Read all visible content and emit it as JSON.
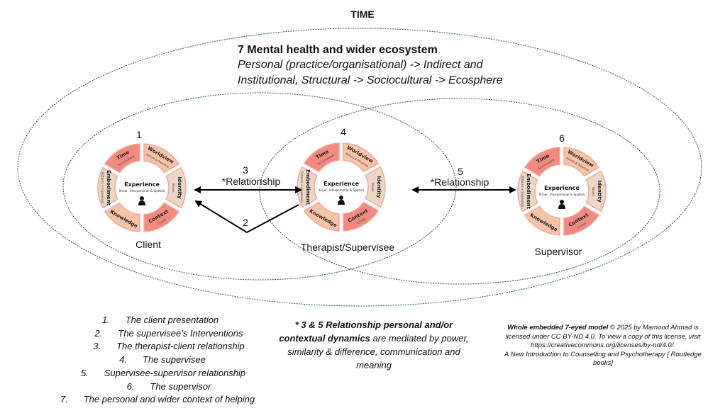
{
  "header": {
    "time_label": "TIME"
  },
  "ecosystem": {
    "title": "7 Mental health and wider ecosystem",
    "subtitle_lines": [
      "Personal (practice/organisational) -> Indirect and",
      "Institutional, Structural -> Sociocultural -> Ecosphere"
    ]
  },
  "wheel": {
    "center_title": "Experience",
    "center_subtitle": "(Inner, Interpersonal & Spatial)",
    "person_icon": "person-icon",
    "segments": [
      {
        "label": "Time",
        "sub": "Accumulated",
        "color": "#f28a80"
      },
      {
        "label": "Worldview",
        "sub": "Beliefs & Meaning",
        "color": "#f9c3a6"
      },
      {
        "label": "Identity",
        "sub": "Values",
        "color": "#ebd7c3"
      },
      {
        "label": "Context",
        "sub": "(Lived)",
        "color": "#f28a80"
      },
      {
        "label": "Knowledge",
        "sub": "",
        "color": "#f9c3a6"
      },
      {
        "label": "Embodiment",
        "sub": "Patterns + Expression",
        "color": "#ebd7c3"
      }
    ]
  },
  "nodes": [
    {
      "number": "1",
      "label": "Client"
    },
    {
      "number": "4",
      "label": "Therapist/Supervisee"
    },
    {
      "number": "6",
      "label": "Supervisor"
    }
  ],
  "relationships": [
    {
      "number": "3",
      "label": "*Relationship"
    },
    {
      "number": "2",
      "label": ""
    },
    {
      "number": "5",
      "label": "*Relationship"
    }
  ],
  "legend_list": [
    {
      "n": "1.",
      "text": "The client presentation"
    },
    {
      "n": "2.",
      "text": "The supervisee’s Interventions"
    },
    {
      "n": "3.",
      "text": "The therapist-client relationship"
    },
    {
      "n": "4.",
      "text": "The supervisee"
    },
    {
      "n": "5.",
      "text": "Supervisee-supervisor relationship"
    },
    {
      "n": "6.",
      "text": "The supervisor"
    },
    {
      "n": "7.",
      "text": "The personal and wider context of helping"
    }
  ],
  "note": {
    "bold": "* 3 & 5 Relationship personal and/or contextual dynamics",
    "rest": " are mediated by power, similarity & difference, communication and meaning"
  },
  "credit": {
    "bold": "Whole embedded 7-eyed model",
    "text1": " © 2025 by Mamood Ahmad is licensed under CC BY-ND 4.0. To view a copy of this license, visit ",
    "link": "https://creativecommons.org/licenses/by-nd/4.0/",
    "text2": ".",
    "book": "A New Introduction to Counselling and Psychotherapy [ Routledge books]"
  }
}
